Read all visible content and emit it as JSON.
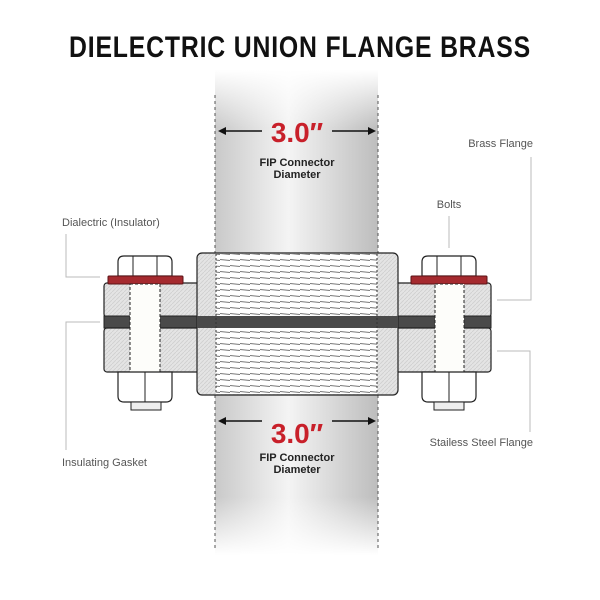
{
  "title": "DIELECTRIC UNION FLANGE BRASS",
  "dimension_top": {
    "value": "3.0″",
    "line1": "FIP Connector",
    "line2": "Diameter"
  },
  "dimension_bottom": {
    "value": "3.0″",
    "line1": "FIP Connector",
    "line2": "Diameter"
  },
  "labels": {
    "dialectric": "Dialectric (Insulator)",
    "insulating_gasket": "Insulating Gasket",
    "brass_flange": "Brass Flange",
    "bolts": "Bolts",
    "steel_flange": "Stailess Steel Flange"
  },
  "colors": {
    "accent": "#c8202a",
    "washer": "#a52a2f",
    "gasket": "#4a4a4a"
  }
}
